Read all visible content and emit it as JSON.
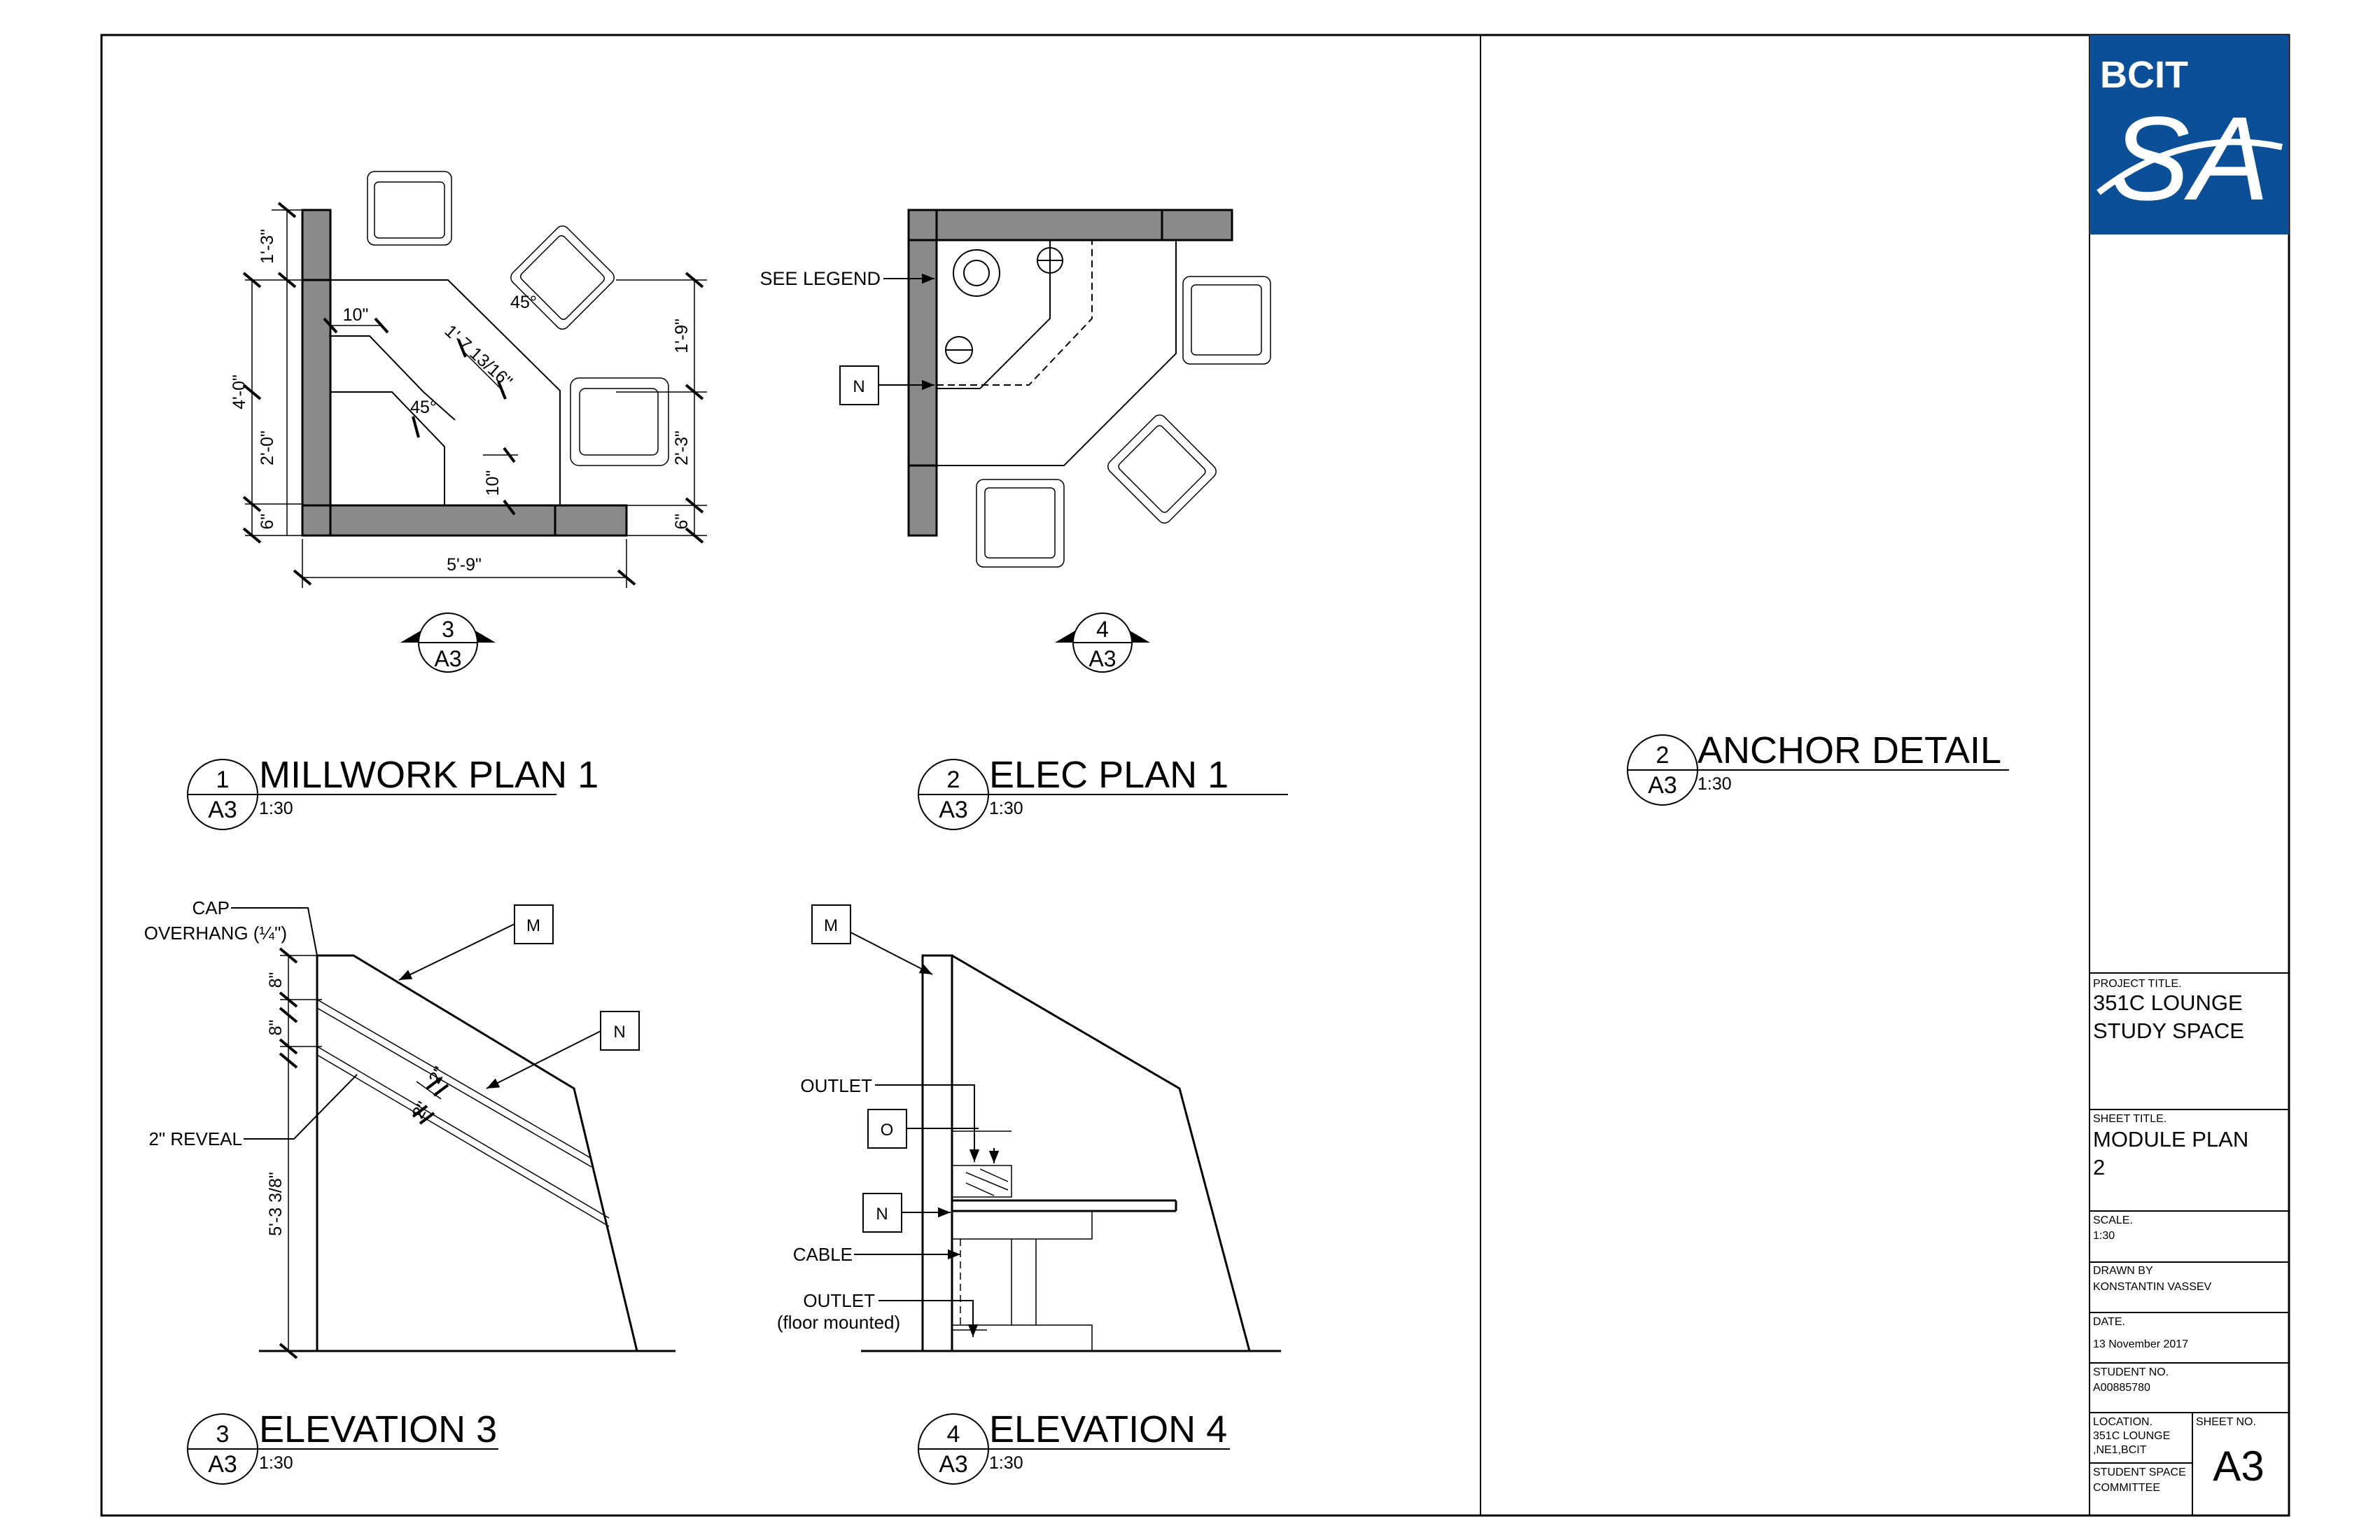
{
  "logo": {
    "text_top": "BCIT",
    "text_mark": "SA",
    "color": "#0b4f98"
  },
  "views": {
    "millwork": {
      "number": "1",
      "sheet": "A3",
      "title": "MILLWORK PLAN 1",
      "scale": "1:30",
      "callout_number": "3",
      "callout_sheet": "A3",
      "dims": {
        "d1": "1'-3\"",
        "d2": "4'-0\"",
        "d3": "2'-0\"",
        "d4": "6\"",
        "d5": "10\"",
        "d6": "45°",
        "d7": "1'-7 13/16\"",
        "d8": "45°",
        "d9": "10\"",
        "d10": "1'-9\"",
        "d11": "2'-3\"",
        "d12": "6\"",
        "d13": "5'-9\""
      }
    },
    "elec": {
      "number": "2",
      "sheet": "A3",
      "title": "ELEC PLAN 1",
      "scale": "1:30",
      "callout_number": "4",
      "callout_sheet": "A3",
      "legend_label": "SEE LEGEND",
      "tag": "N"
    },
    "anchor": {
      "number": "2",
      "sheet": "A3",
      "title": "ANCHOR DETAIL",
      "scale": "1:30"
    },
    "elev3": {
      "number": "3",
      "sheet": "A3",
      "title": "ELEVATION 3",
      "scale": "1:30",
      "cap_label": "CAP",
      "overhang_label": "OVERHANG (¼\")",
      "reveal_label": "2\" REVEAL",
      "tag_m": "M",
      "tag_n": "N",
      "dims": {
        "d1": "8\"",
        "d2": "8\"",
        "d3": "2\"",
        "d4": "2\"",
        "d5": "5'-3 3/8\""
      }
    },
    "elev4": {
      "number": "4",
      "sheet": "A3",
      "title": "ELEVATION 4",
      "scale": "1:30",
      "outlet_label": "OUTLET",
      "cable_label": "CABLE",
      "outlet2_label": "OUTLET",
      "outlet2_sub": "(floor mounted)",
      "tag_m": "M",
      "tag_o": "O",
      "tag_n": "N"
    }
  },
  "title_block": {
    "project_label": "PROJECT TITLE.",
    "project_line1": "351C LOUNGE",
    "project_line2": "STUDY SPACE",
    "sheet_title_label": "SHEET TITLE.",
    "sheet_title_line1": "MODULE PLAN",
    "sheet_title_line2": "2",
    "scale_label": "SCALE.",
    "scale_value": "1:30",
    "drawn_label": "DRAWN BY",
    "drawn_value": "KONSTANTIN VASSEV",
    "date_label": "DATE.",
    "date_value": "13 November 2017",
    "student_label": "STUDENT NO.",
    "student_value": "A00885780",
    "location_label": "LOCATION.",
    "location_line1": "351C LOUNGE",
    "location_line2": ",NE1,BCIT",
    "sheet_no_label": "SHEET NO.",
    "sheet_no": "A3",
    "committee_line1": "STUDENT SPACE",
    "committee_line2": "COMMITTEE"
  }
}
